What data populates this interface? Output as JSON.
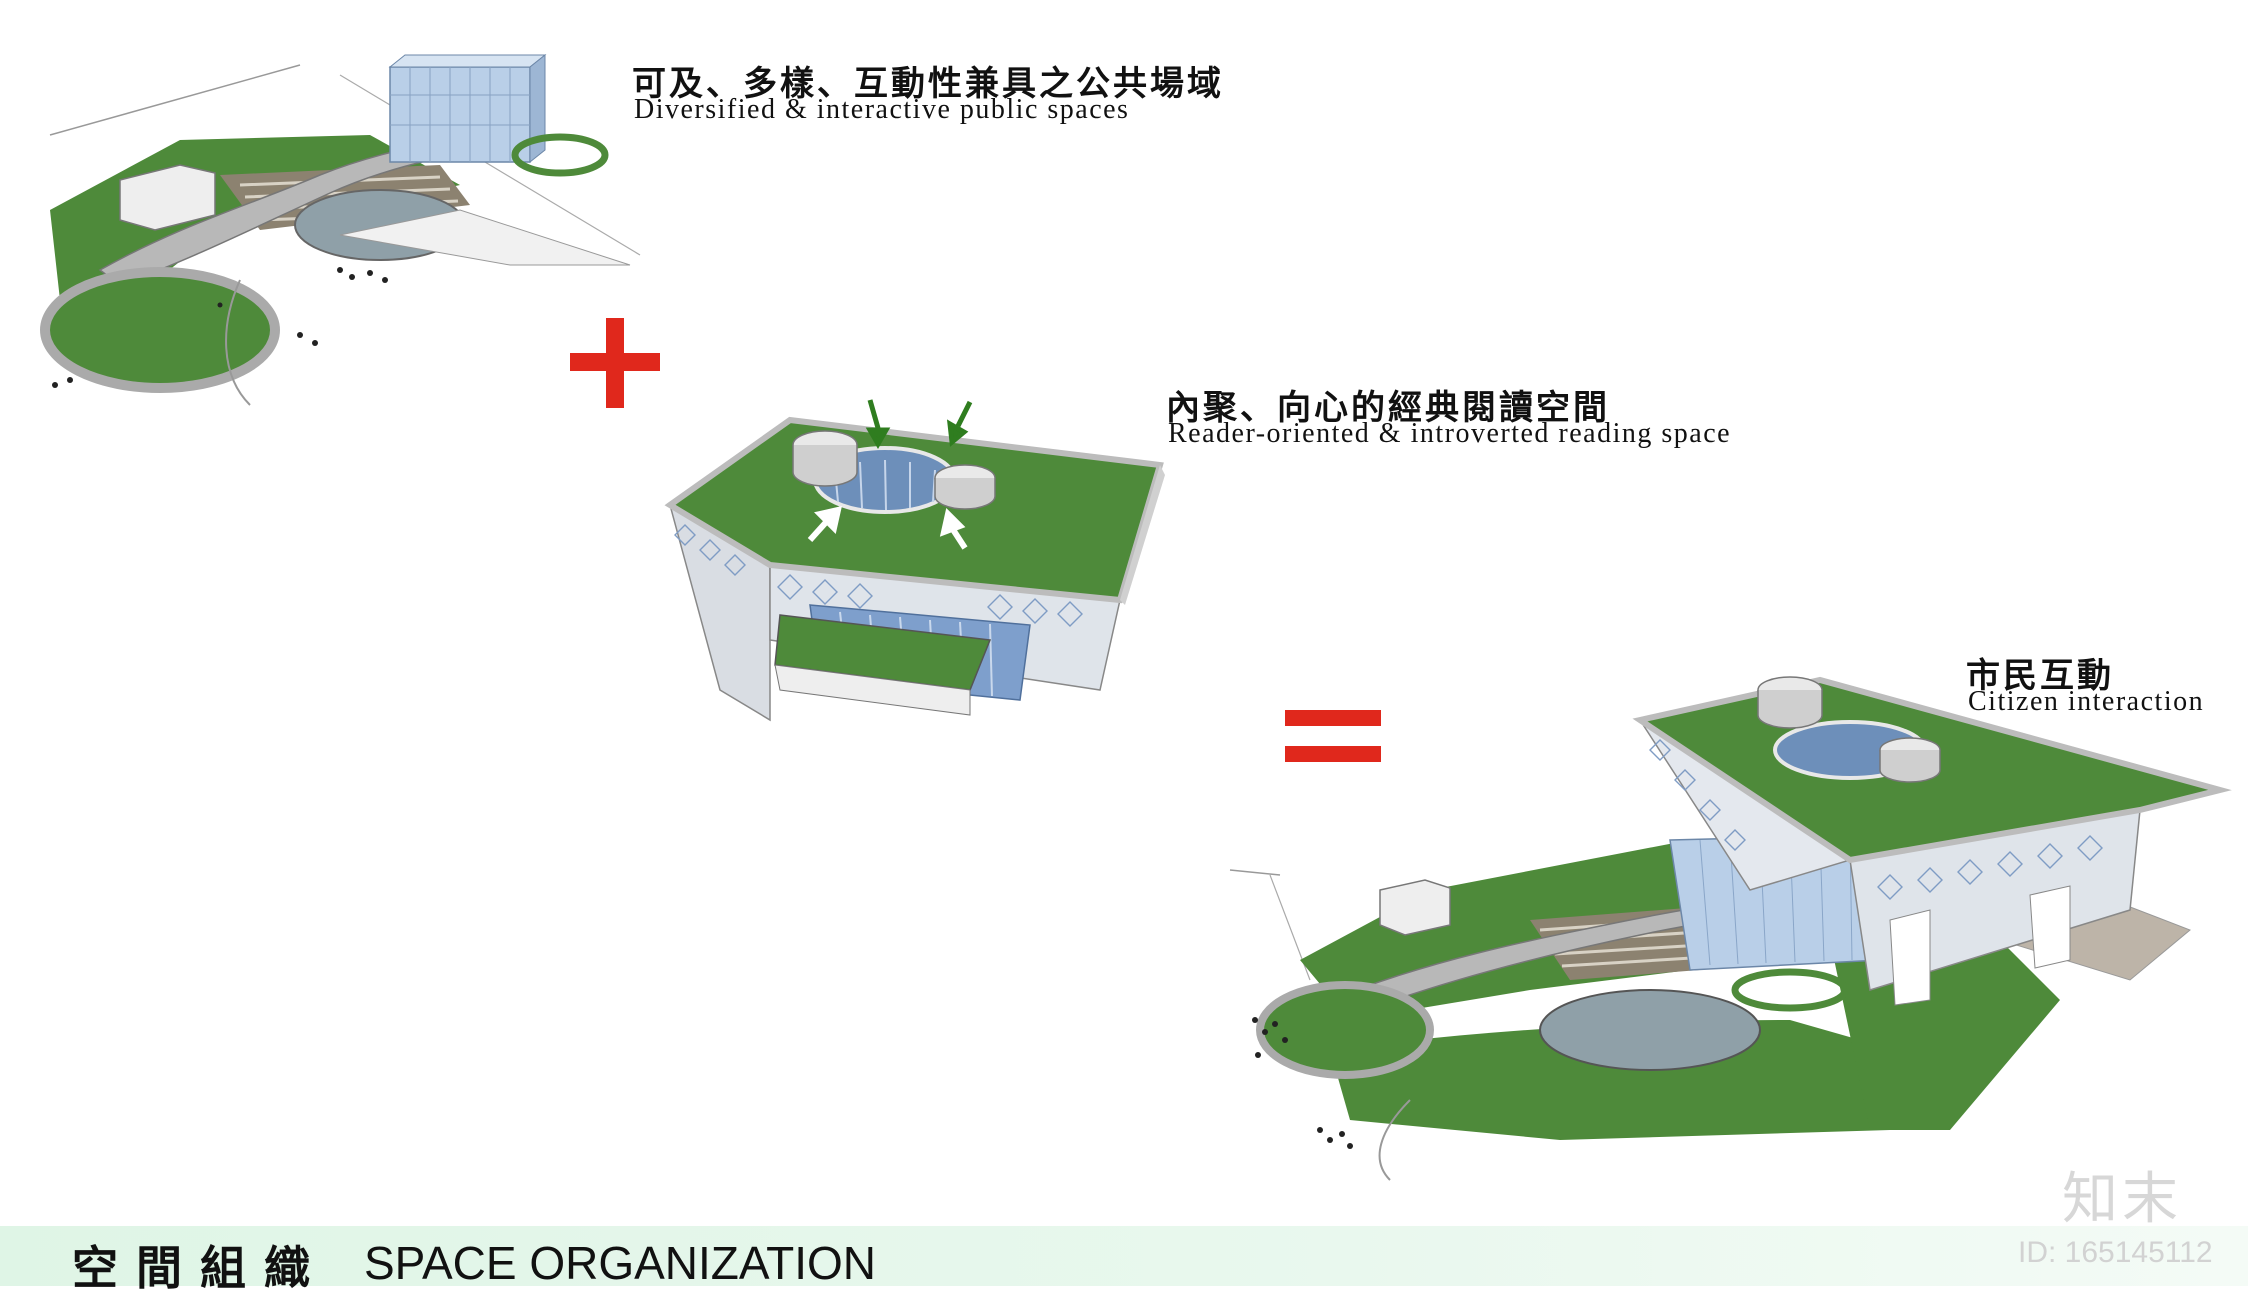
{
  "panels": {
    "public": {
      "title_zh": "可及、多樣、互動性兼具之公共場域",
      "title_en": "Diversified & interactive public spaces"
    },
    "reading": {
      "title_zh": "內聚、向心的經典閱讀空間",
      "title_en": "Reader-oriented & introverted reading space"
    },
    "citizen": {
      "title_zh": "市民互動",
      "title_en": "Citizen interaction"
    }
  },
  "operators": {
    "plus": "+",
    "equals": "="
  },
  "footer": {
    "title_zh": "空間組織",
    "title_en": "SPACE ORGANIZATION"
  },
  "watermark": {
    "logo": "知末",
    "id": "ID: 165145112"
  },
  "colors": {
    "lawn": "#4e8a3a",
    "operator_red": "#e0281c",
    "footer_band": "#e3f6ea",
    "glass": "#b9cfe8",
    "arrow_green": "#2f7d1f"
  }
}
